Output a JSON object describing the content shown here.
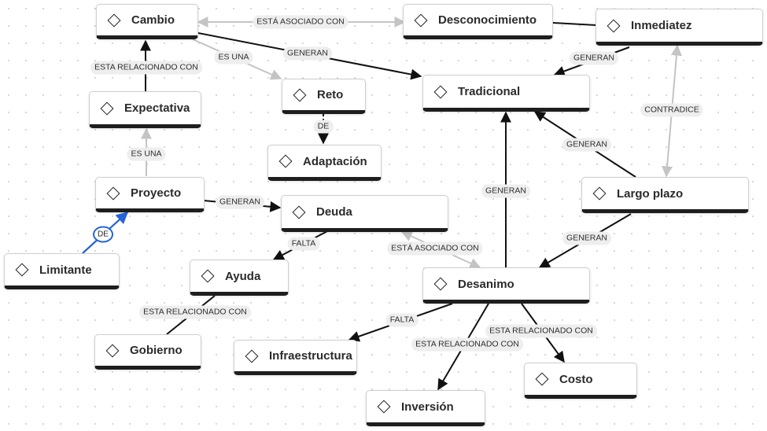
{
  "nodes": {
    "cambio": "Cambio",
    "desconocimiento": "Desconocimiento",
    "inmediatez": "Inmediatez",
    "tradicional": "Tradicional",
    "reto": "Reto",
    "expectativa": "Expectativa",
    "adaptacion": "Adaptación",
    "proyecto": "Proyecto",
    "deuda": "Deuda",
    "largo_plazo": "Largo plazo",
    "limitante": "Limitante",
    "ayuda": "Ayuda",
    "desanimo": "Desanimo",
    "gobierno": "Gobierno",
    "infraestructura": "Infraestructura",
    "costo": "Costo",
    "inversion": "Inversión"
  },
  "edges": {
    "cambio_desconocimiento": "ESTÁ ASOCIADO CON",
    "cambio_tradicional": "GENERAN",
    "cambio_reto": "ES UNA",
    "expectativa_cambio": "ESTA RELACIONADO CON",
    "inmediatez_tradicional": "GENERAN",
    "inmediatez_largo_plazo": "CONTRADICE",
    "reto_adaptacion": "DE",
    "proyecto_expectativa": "ES UNA",
    "proyecto_deuda": "GENERAN",
    "limitante_proyecto": "DE",
    "largo_plazo_tradicional": "GENERAN",
    "largo_plazo_desanimo": "GENERAN",
    "desanimo_tradicional": "GENERAN",
    "deuda_ayuda": "FALTA",
    "deuda_desanimo": "ESTÁ ASOCIADO CON",
    "ayuda_gobierno": "ESTA RELACIONADO CON",
    "desanimo_infraestructura": "FALTA",
    "desanimo_inversion": "ESTA RELACIONADO CON",
    "desanimo_costo": "ESTA RELACIONADO CON"
  },
  "colors": {
    "edge_dark": "#111111",
    "edge_light": "#c4c4c4",
    "edge_blue": "#2563d9"
  }
}
